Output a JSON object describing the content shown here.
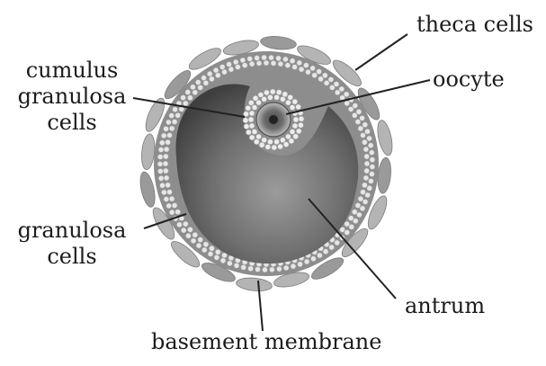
{
  "labels": {
    "theca": "theca cells",
    "oocyte": "oocyte",
    "cumulus": [
      "cumulus",
      "granulosa",
      "cells"
    ],
    "granulosa": [
      "granulosa",
      "cells"
    ],
    "antrum": "antrum",
    "basement": "basement membrane"
  }
}
